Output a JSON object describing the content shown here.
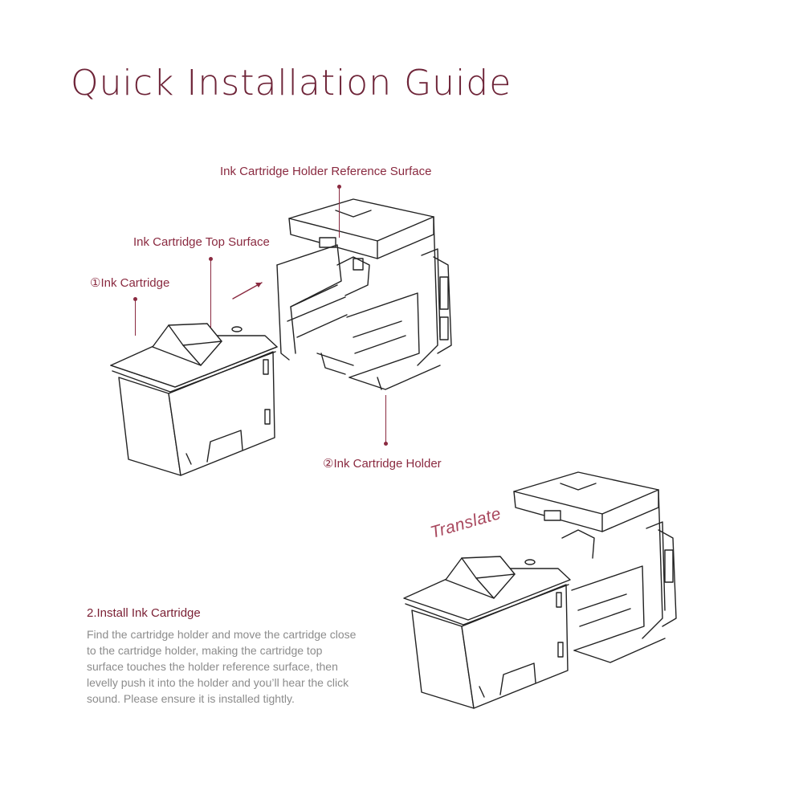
{
  "title": "Quick Installation Guide",
  "callouts": {
    "holder_reference_surface": "Ink Cartridge Holder Reference Surface",
    "cartridge_top_surface": "Ink Cartridge Top Surface",
    "ink_cartridge": "①Ink Cartridge",
    "cartridge_holder": "②Ink Cartridge Holder"
  },
  "translate_label": "Translate",
  "step": {
    "title": "2.Install Ink Cartridge",
    "body": "Find the cartridge holder and move the cartridge close to the cartridge holder, making the cartridge top surface touches the holder reference surface, then levelly push it into the holder and you’ll hear the click sound. Please ensure it is installed tightly."
  },
  "colors": {
    "accent": "#8a2a40",
    "title": "#6e2438",
    "body_text": "#8c8c8c"
  }
}
